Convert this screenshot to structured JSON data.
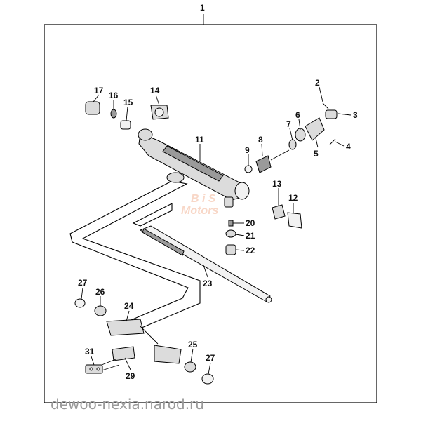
{
  "assembly_label": "1",
  "callouts": [
    "2",
    "3",
    "4",
    "5",
    "6",
    "7",
    "8",
    "9",
    "11",
    "12",
    "13",
    "14",
    "15",
    "16",
    "17",
    "20",
    "21",
    "22",
    "23",
    "24",
    "25",
    "26",
    "27",
    "27",
    "29",
    "31"
  ],
  "watermark": {
    "line1": "B i S",
    "line2": "Motors"
  },
  "footer_text": "dewoo-nexia.narod.ru"
}
